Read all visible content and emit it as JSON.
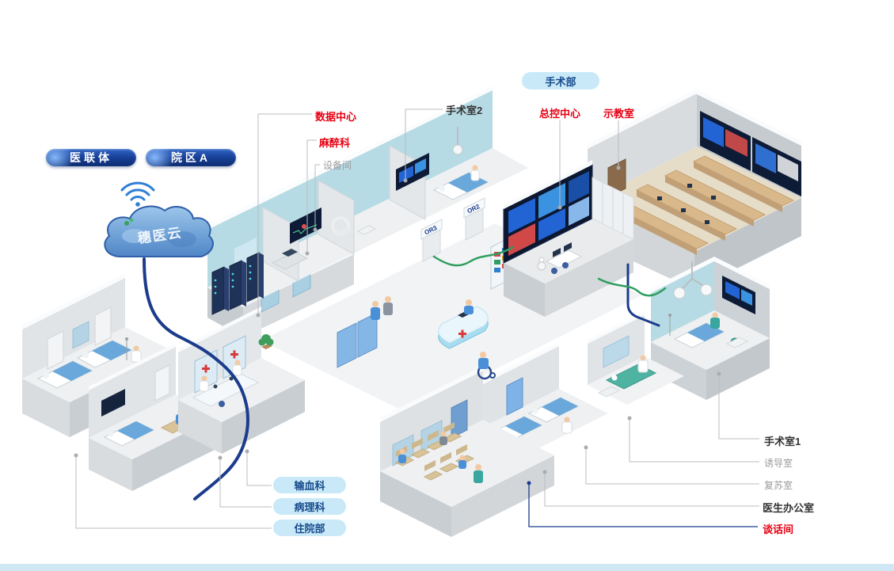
{
  "colors": {
    "red": "#e60012",
    "navy": "#1b3c8c",
    "gray_text": "#9b9b9b",
    "dark_text": "#333333",
    "pill_bg": "#c9e9f8",
    "green_cable": "#2f9e5f",
    "wall_teal": "#b7dbe4",
    "cloud_blue": "#4f86c6"
  },
  "cloud": {
    "label": "穗医云"
  },
  "badges": {
    "alliance": "医联体",
    "campus": "院区A"
  },
  "header": {
    "department_pill": "手术部"
  },
  "callouts": {
    "data_center": "数据中心",
    "anesthesia": "麻醉科",
    "equipment_room": "设备间",
    "operating_room_2": "手术室2",
    "master_control": "总控中心",
    "teaching_room": "示教室",
    "operating_room_1": "手术室1",
    "induction_room": "诱导室",
    "recovery_room": "复苏室",
    "doctor_office": "医生办公室",
    "talk_room": "谈话间"
  },
  "pills": {
    "blood_transfusion": "输血科",
    "pathology": "病理科",
    "inpatient": "住院部"
  },
  "door_tags": {
    "or2": "OR2",
    "or3": "OR3"
  }
}
